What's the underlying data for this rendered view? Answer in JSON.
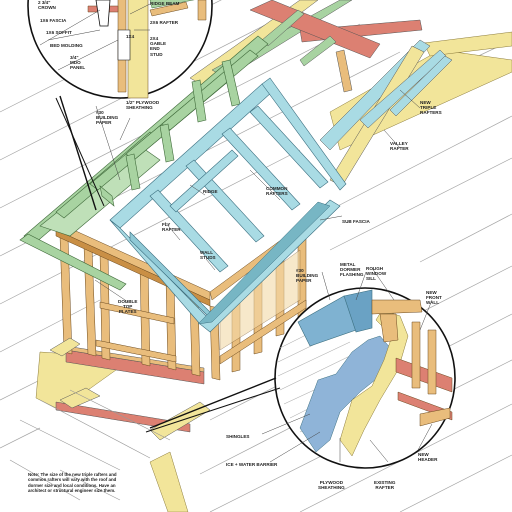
{
  "colors": {
    "lumber": "#e9bd7c",
    "lumber_dark": "#c98f45",
    "rafter_green": "#a8d3a1",
    "rafter_blue": "#a9dbe4",
    "header_red": "#dc8072",
    "wrap_yellow": "#f2e59a",
    "barrier_blue": "#8fb4d8",
    "flashing_blue": "#7fb2d1",
    "roof_line": "#9a9a9a"
  },
  "callouts_top": {
    "crown": "2 3/4\"\nCROWN",
    "fascia": "1x6 FASCIA",
    "soffit": "1x6 SOFFIT",
    "bed_molding": "BED MOLDING",
    "mdo_panel": "3/4\"\nMDO\nPANEL",
    "ridge_beam": "RIDGE BEAM",
    "rafter_2x6": "2x6 RAFTER",
    "stud_1x4": "1x4",
    "gable_stud": "2x4\nGABLE\nEND\nSTUD"
  },
  "callouts_main": {
    "plywood_sheathing": "1/2\" PLYWOOD\nSHEATHING",
    "building_paper": "#30\nBUILDING\nPAPER",
    "ridge": "RIDGE",
    "common_rafters": "COMMON\nRAFTERS",
    "fly_rafter": "FLY\nRAFTER",
    "wall_studs": "WALL\nSTUDS",
    "double_top_plates": "DOUBLE\nTOP\nPLATES",
    "sub_fascia": "SUB FASCIA",
    "new_triple_rafters": "NEW\nTRIPLE\nRAFTERS",
    "valley_rafter": "VALLEY\nRAFTER"
  },
  "callouts_detail": {
    "building_paper": "#30\nBUILDING\nPAPER",
    "metal_flashing": "METAL\nDORMER\nFLASHING",
    "rough_sill": "ROUGH\nWINDOW\nSILL",
    "new_front_wall": "NEW\nFRONT\nWALL",
    "shingles": "SHINGLES",
    "ice_water_barrier": "ICE + WATER BARRIER",
    "plywood_sheathing": "PLYWOOD\nSHEATHING",
    "existing_rafter": "EXISTING\nRAFTER",
    "new_header": "NEW\nHEADER"
  },
  "note": "Note: The size of the new triple rafters and common rafters will vary with the roof and dormer size and local conditions. Have an architect or structural engineer size them."
}
